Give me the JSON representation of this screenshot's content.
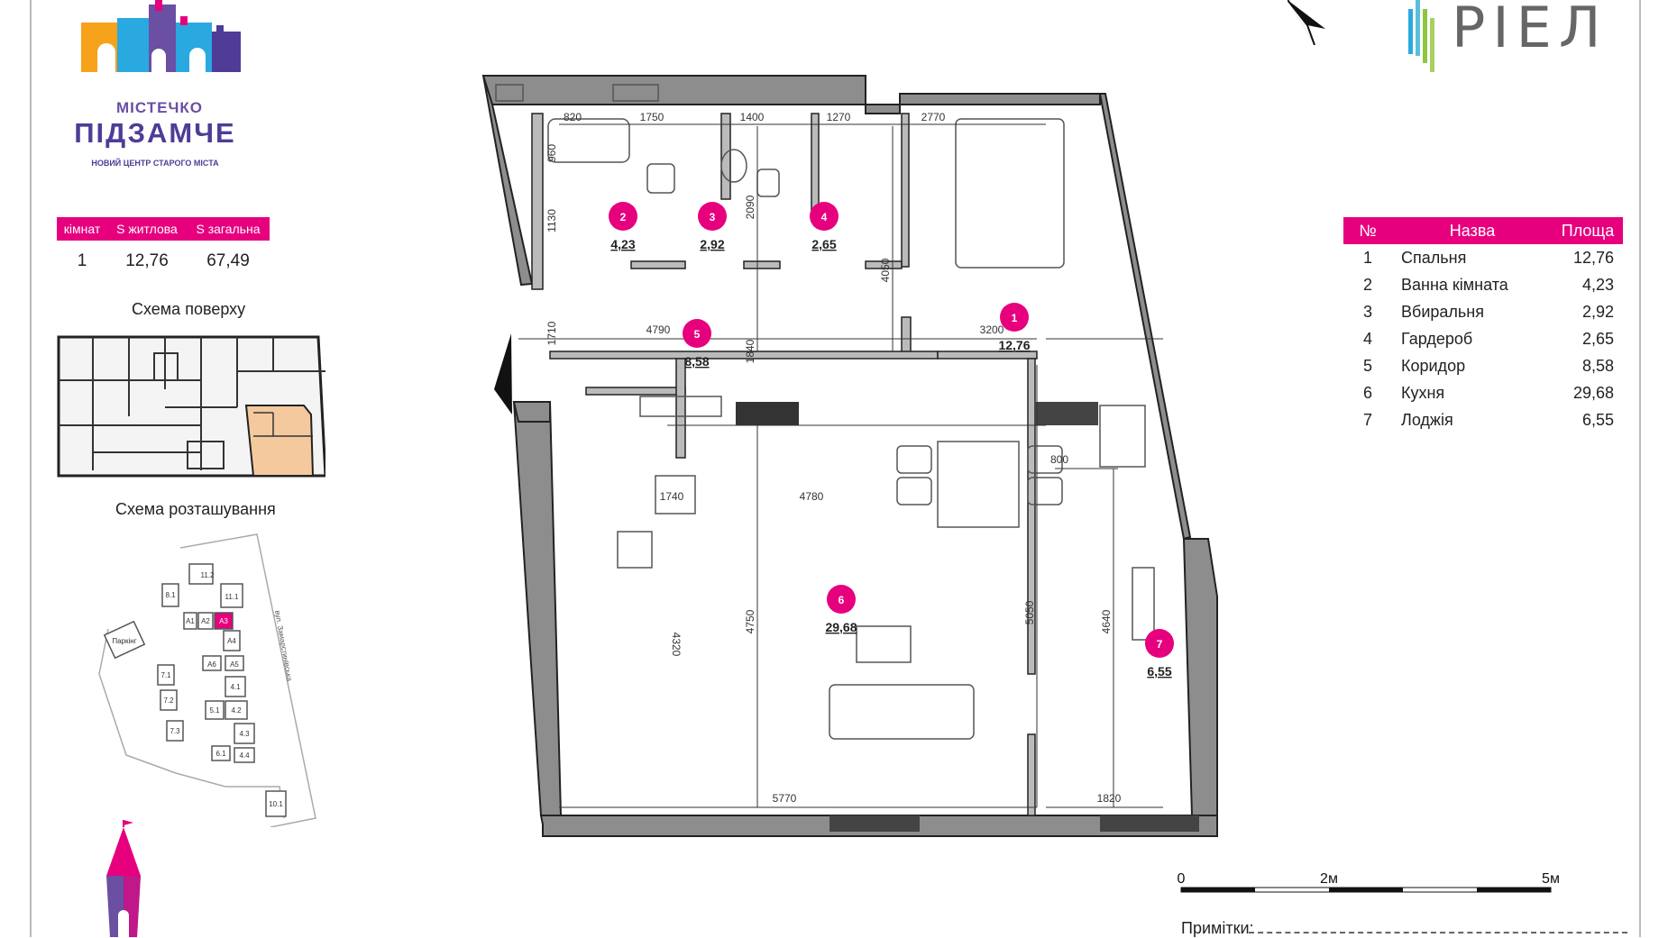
{
  "brand": {
    "line1": "МІСТЕЧКО",
    "line2": "ПІДЗАМЧЕ",
    "tagline": "НОВИЙ ЦЕНТР СТАРОГО МІСТА",
    "developer": "РІЕЛ"
  },
  "summary": {
    "headers": [
      "кімнат",
      "S житлова",
      "S загальна"
    ],
    "values": [
      "1",
      "12,76",
      "67,49"
    ]
  },
  "floor_scheme_title": "Схема поверху",
  "location_scheme_title": "Схема розташування",
  "location_scheme": {
    "labels": [
      "11.2",
      "11.1",
      "8.1",
      "A1",
      "A2",
      "A3",
      "Паркінг",
      "A4",
      "A5",
      "A6",
      "7.1",
      "7.2",
      "7.3",
      "4.1",
      "5.1",
      "4.2",
      "4.3",
      "6.1",
      "4.4",
      "10.1",
      "вул. Замарстинівська"
    ]
  },
  "rooms_table": {
    "headers": [
      "№",
      "Назва",
      "Площа"
    ],
    "rows": [
      {
        "n": "1",
        "name": "Спальня",
        "area": "12,76"
      },
      {
        "n": "2",
        "name": "Ванна кімната",
        "area": "4,23"
      },
      {
        "n": "3",
        "name": "Вбиральня",
        "area": "2,92"
      },
      {
        "n": "4",
        "name": "Гардероб",
        "area": "2,65"
      },
      {
        "n": "5",
        "name": "Коридор",
        "area": "8,58"
      },
      {
        "n": "6",
        "name": "Кухня",
        "area": "29,68"
      },
      {
        "n": "7",
        "name": "Лоджія",
        "area": "6,55"
      }
    ]
  },
  "plan": {
    "room_markers": [
      {
        "n": "1",
        "area": "12,76"
      },
      {
        "n": "2",
        "area": "4,23"
      },
      {
        "n": "3",
        "area": "2,92"
      },
      {
        "n": "4",
        "area": "2,65"
      },
      {
        "n": "5",
        "area": "8,58"
      },
      {
        "n": "6",
        "area": "29,68"
      },
      {
        "n": "7",
        "area": "6,55"
      }
    ],
    "dimensions": [
      "820",
      "1750",
      "1400",
      "1270",
      "2770",
      "960",
      "1130",
      "2090",
      "4050",
      "1710",
      "1840",
      "4790",
      "3200",
      "800",
      "1740",
      "4780",
      "4320",
      "4750",
      "5050",
      "4640",
      "5770",
      "1820"
    ]
  },
  "scale": {
    "labels": [
      "0",
      "2м",
      "5м"
    ]
  },
  "notes_label": "Примітки:",
  "colors": {
    "accent": "#e6007e",
    "brand_purple": "#4f3c96",
    "highlight": "#f5c99e"
  }
}
